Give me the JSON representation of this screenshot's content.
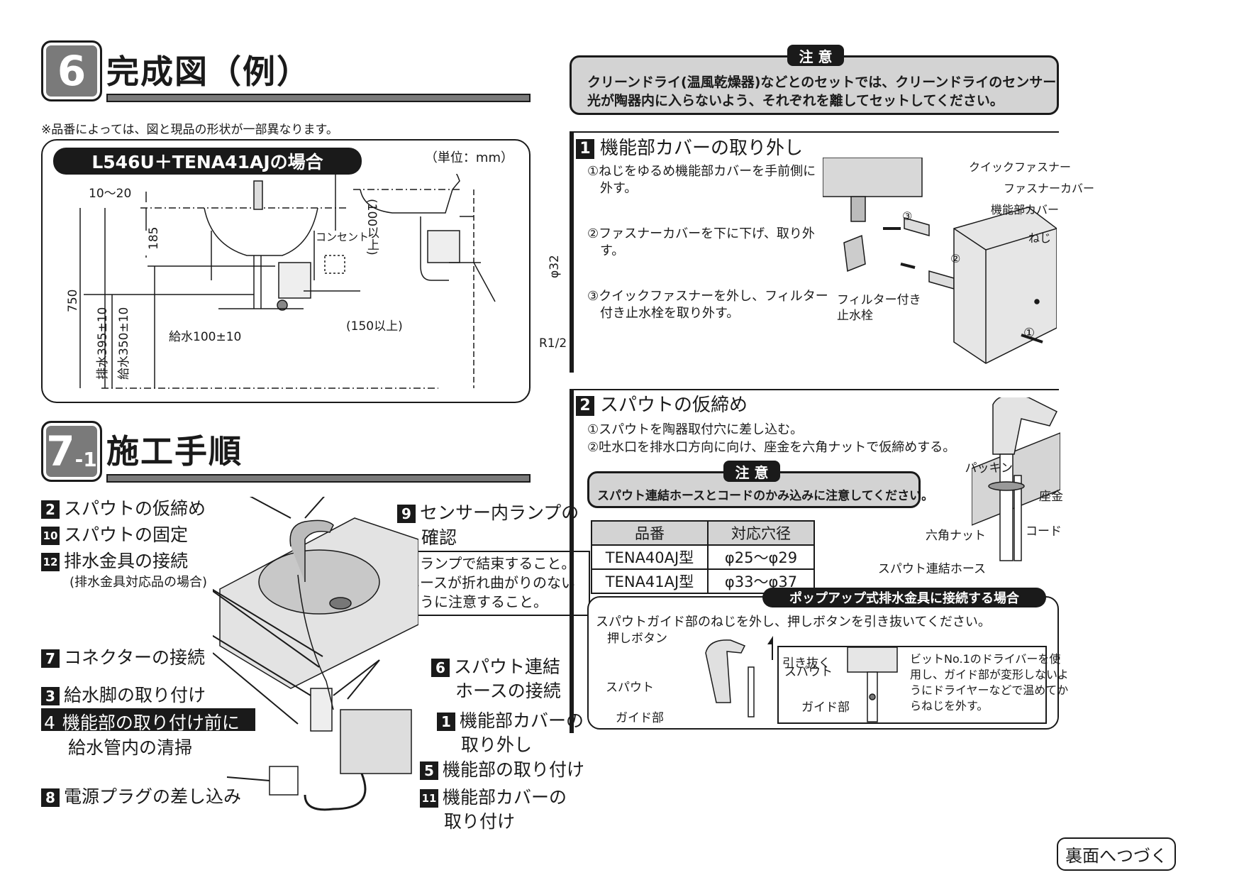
{
  "section6": {
    "badge": "6",
    "title": "完成図（例）",
    "note": "※品番によっては、図と現品の形状が一部異なります。",
    "panel_label": "L546U＋TENA41AJの場合",
    "unit": "（単位：mm）",
    "dims": {
      "d1": "10～20",
      "d2": "185",
      "d3": "750",
      "d4": "排水395±10",
      "d5": "給水350±10",
      "d6": "給水100±10",
      "d7": "コンセント",
      "d8": "(100以上)",
      "d9": "(150以上)",
      "d10": "φ32",
      "d11": "R1/2"
    }
  },
  "section71": {
    "badge_main": "7",
    "badge_sub": "-1",
    "title": "施工手順",
    "left_steps": [
      {
        "num": "2",
        "text": "スパウトの仮締め"
      },
      {
        "num": "10",
        "text": "スパウトの固定"
      },
      {
        "num": "12",
        "text": "排水金具の接続"
      }
    ],
    "sub_note": "(排水金具対応品の場合)",
    "step7": {
      "num": "7",
      "text": "コネクターの接続"
    },
    "step3": {
      "num": "3",
      "text": "給水脚の取り付け"
    },
    "step4": {
      "num": "4",
      "line1": "機能部の取り付け前に",
      "line2": "給水管内の清掃"
    },
    "step8": {
      "num": "8",
      "text": "電源プラグの差し込み"
    },
    "step9": {
      "num": "9",
      "line1": "センサー内ランプの",
      "line2": "確認"
    },
    "clamp_note": [
      "クランプで結束すること。",
      "ホースが折れ曲がりのない",
      "ように注意すること。"
    ],
    "step6": {
      "num": "6",
      "line1": "スパウト連結",
      "line2": "ホースの接続"
    },
    "step1": {
      "num": "1",
      "line1": "機能部カバーの",
      "line2": "取り外し"
    },
    "step5": {
      "num": "5",
      "text": "機能部の取り付け"
    },
    "step11": {
      "num": "11",
      "line1": "機能部カバーの",
      "line2": "取り付け"
    }
  },
  "caution_top": {
    "label": "注 意",
    "lines": [
      "クリーンドライ(温風乾燥器)などとのセットでは、クリーンドライのセンサー",
      "光が陶器内に入らないよう、それぞれを離してセットしてください。"
    ]
  },
  "step_one": {
    "num": "1",
    "title": "機能部カバーの取り外し",
    "items": [
      [
        "①ねじをゆるめ機能部カバーを手前側に",
        "外す。"
      ],
      [
        "②ファスナーカバーを下に下げ、取り外",
        "す。"
      ],
      [
        "③クイックファスナーを外し、フィルター",
        "付き止水栓を取り外す。"
      ]
    ],
    "labels": {
      "quick": "クイックファスナー",
      "fastener_cover": "ファスナーカバー",
      "cover": "機能部カバー",
      "screw": "ねじ",
      "filter1": "フィルター付き",
      "filter2": "止水栓",
      "c1": "①",
      "c2": "②",
      "c3": "③"
    }
  },
  "step_two": {
    "num": "2",
    "title": "スパウトの仮締め",
    "items": [
      "①スパウトを陶器取付穴に差し込む。",
      "②吐水口を排水口方向に向け、座金を六角ナットで仮締めする。"
    ],
    "caution_label": "注 意",
    "caution_text": "スパウト連結ホースとコードのかみ込みに注意してください。",
    "table": {
      "headers": [
        "品番",
        "対応穴径"
      ],
      "rows": [
        [
          "TENA40AJ型",
          "φ25～φ29"
        ],
        [
          "TENA41AJ型",
          "φ33～φ37"
        ]
      ]
    },
    "labels": {
      "packing": "パッキン",
      "washer": "座金",
      "nut": "六角ナット",
      "cord": "コード",
      "hose": "スパウト連結ホース"
    }
  },
  "popup": {
    "label": "ポップアップ式排水金具に接続する場合",
    "text": "スパウトガイド部のねじを外し、押しボタンを引き抜いてください。",
    "push_button": "押しボタン",
    "pull": "引き抜く",
    "spout": "スパウト",
    "guide": "ガイド部",
    "spout2": "スパウト",
    "guide2": "ガイド部",
    "driver_note": [
      "ビットNo.1のドライバーを使",
      "用し、ガイド部が変形しないよ",
      "うにドライヤーなどで温めてか",
      "らねじを外す。"
    ]
  },
  "continue": "裏面へつづく"
}
